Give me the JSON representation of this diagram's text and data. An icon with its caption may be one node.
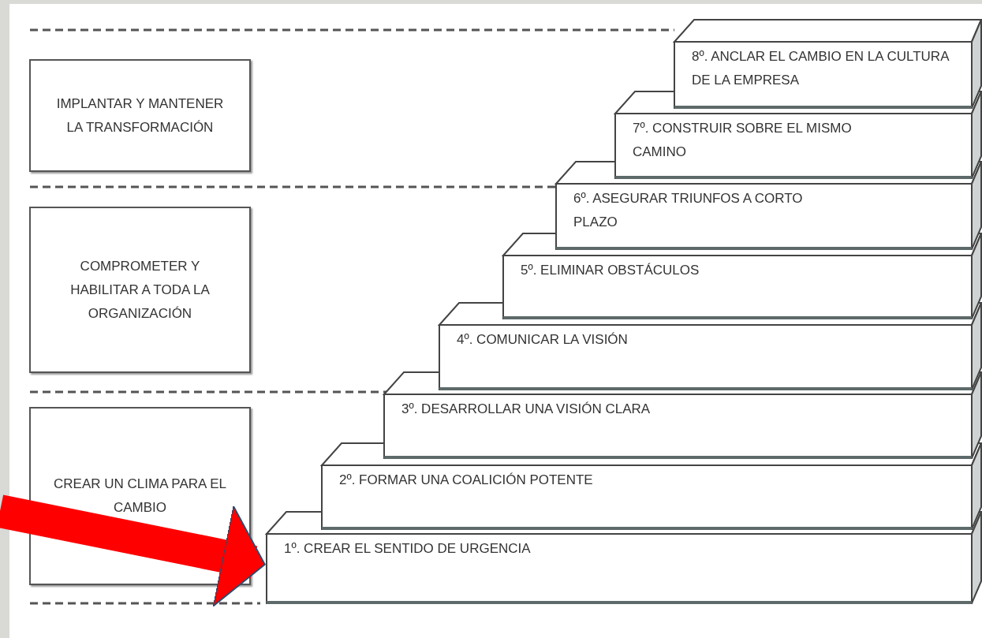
{
  "diagram": {
    "nodes": [
      {
        "text": [
          "IMPLANTAR Y MANTENER LA TRANSFORMACIÓN"
        ]
      },
      {
        "text": [
          "COMPROMETER Y HABILITAR A TODA LA ORGANIZACIÓN"
        ]
      },
      {
        "text": [
          "CREAR UN CLIMA PARA EL CAMBIO"
        ]
      },
      {
        "text": [
          "8º. ANCLAR EL CAMBIO EN LA CULTURA DE LA EMPRESA"
        ]
      },
      {
        "text": [
          "7º. CONSTRUIR SOBRE EL MISMO CAMINO"
        ]
      },
      {
        "text": [
          "6º. ASEGURAR TRIUNFOS A CORTO PLAZO"
        ]
      },
      {
        "text": [
          "5º. ELIMINAR OBSTÁCULOS"
        ]
      },
      {
        "text": [
          "4º. COMUNICAR LA VISIÓN"
        ]
      },
      {
        "text": [
          "3º. DESARROLLAR UNA VISIÓN CLARA"
        ]
      },
      {
        "text": [
          "2º. FORMAR UNA COALICIÓN POTENTE"
        ]
      },
      {
        "text": [
          "1º. CREAR EL SENTIDO DE URGENCIA"
        ]
      }
    ],
    "edges": [
      {
        "from": null,
        "to": 10,
        "arrow": "to",
        "color": "#ff0000"
      }
    ]
  }
}
